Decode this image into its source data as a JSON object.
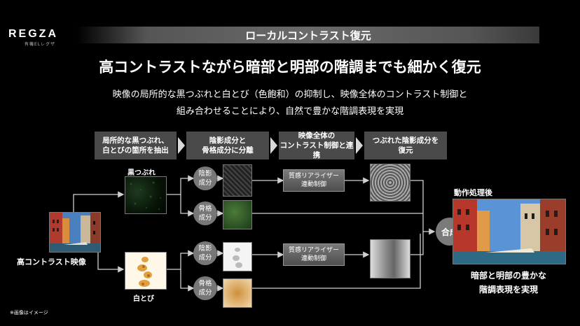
{
  "brand": {
    "logo": "REGZA",
    "sub": "有機ELレグザ"
  },
  "banner": {
    "title": "ローカルコントラスト復元"
  },
  "headline": "高コントラストながら暗部と明部の階調までも細かく復元",
  "description": {
    "line1": "映像の局所的な黒つぶれと白とび（色飽和）の抑制し、映像全体のコントラスト制御と",
    "line2": "組み合わせることにより、自然で豊かな階調表現を実現"
  },
  "steps": [
    {
      "line1": "局所的な黒つぶれ、",
      "line2": "白とびの箇所を抽出"
    },
    {
      "line1": "陰影成分と",
      "line2": "骨格成分に分離"
    },
    {
      "line1": "映像全体の",
      "line2": "コントラスト制御と連携"
    },
    {
      "line1": "つぶれた陰影成分を",
      "line2": "復元"
    }
  ],
  "flow": {
    "input_label": "高コントラスト映像",
    "black_crush_label": "黒つぶれ",
    "white_clip_label": "白とび",
    "shadow": {
      "line1": "陰影",
      "line2": "成分"
    },
    "skeleton": {
      "line1": "骨格",
      "line2": "成分"
    },
    "process": {
      "line1": "質感リアライザー",
      "line2": "連動制御"
    },
    "merge": "合成",
    "output_label": "動作処理後",
    "result": {
      "line1": "暗部と明部の豊かな",
      "line2": "階調表現を実現"
    }
  },
  "note": "※画像はイメージ",
  "colors": {
    "background": "#000000",
    "step_box": "#4a4a4a",
    "chevron": "#d9d9d9",
    "wire": "#cfcfcf",
    "node": "#777777"
  },
  "icons": [
    "chevron-right-icon",
    "arrow-right-icon"
  ]
}
